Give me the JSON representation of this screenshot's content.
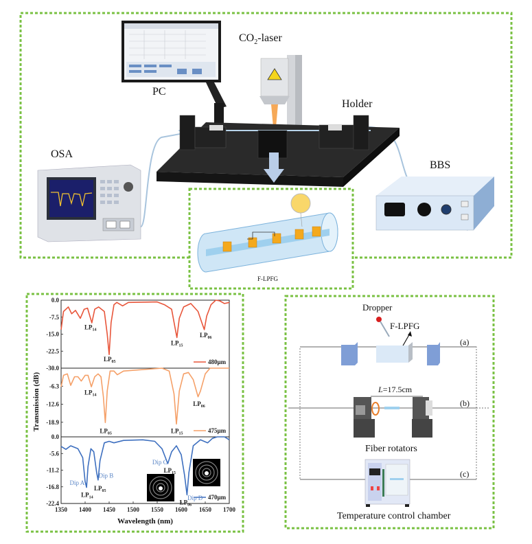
{
  "setup": {
    "labels": {
      "pc": "PC",
      "laser_pre": "CO",
      "laser_sub": "2",
      "laser_post": "-laser",
      "holder": "Holder",
      "osa": "OSA",
      "bbs": "BBS",
      "inset": "F-LPFG"
    },
    "border_color": "#7ac143"
  },
  "experiments": {
    "dropper": "Dropper",
    "flpfg": "F-LPFG",
    "a": "(a)",
    "b": "(b)",
    "c": "(c)",
    "length_italic": "L",
    "length_value": "=17.5cm",
    "rotators": "Fiber rotators",
    "chamber": "Temperature control chamber"
  },
  "chart_data": {
    "type": "line",
    "xlabel": "Wavelength (nm)",
    "ylabel": "Transmission (dB)",
    "xlim": [
      1350,
      1700
    ],
    "xticks": [
      1350,
      1400,
      1450,
      1500,
      1550,
      1600,
      1650,
      1700
    ],
    "panels": [
      {
        "name": "480μm",
        "color": "#e8553a",
        "ylim": [
          -30,
          0
        ],
        "yticks": [
          "0.0",
          "-7.5",
          "-15.0",
          "-22.5",
          "-30.0"
        ],
        "points": [
          [
            1350,
            -13
          ],
          [
            1355,
            -5
          ],
          [
            1365,
            -3
          ],
          [
            1372,
            -6
          ],
          [
            1380,
            -4.5
          ],
          [
            1390,
            -8
          ],
          [
            1398,
            -4
          ],
          [
            1405,
            -3.5
          ],
          [
            1414,
            -10
          ],
          [
            1420,
            -4
          ],
          [
            1428,
            -3
          ],
          [
            1440,
            -5
          ],
          [
            1446,
            -15
          ],
          [
            1450,
            -24
          ],
          [
            1454,
            -10
          ],
          [
            1460,
            -2
          ],
          [
            1466,
            -1
          ],
          [
            1478,
            -2.5
          ],
          [
            1490,
            -1
          ],
          [
            1550,
            -0.8
          ],
          [
            1565,
            -2
          ],
          [
            1580,
            -4
          ],
          [
            1587,
            -12
          ],
          [
            1591,
            -16.5
          ],
          [
            1596,
            -8
          ],
          [
            1605,
            -3
          ],
          [
            1620,
            -1.5
          ],
          [
            1635,
            -5
          ],
          [
            1643,
            -10
          ],
          [
            1648,
            -13
          ],
          [
            1653,
            -7
          ],
          [
            1662,
            -2
          ],
          [
            1672,
            0
          ],
          [
            1680,
            -0.3
          ],
          [
            1690,
            -1.5
          ],
          [
            1700,
            -1
          ]
        ],
        "annotations": [
          {
            "text": "LP",
            "sub": "14",
            "x": 1410,
            "y": -12
          },
          {
            "text": "LP",
            "sub": "05",
            "x": 1450,
            "y": -26
          },
          {
            "text": "LP",
            "sub": "15",
            "x": 1590,
            "y": -19
          },
          {
            "text": "LP",
            "sub": "06",
            "x": 1650,
            "y": -15.5
          }
        ]
      },
      {
        "name": "475μm",
        "color": "#f5a068",
        "ylim": [
          -24,
          0
        ],
        "yticks": [
          "-6.3",
          "-12.6",
          "-18.9"
        ],
        "points": [
          [
            1350,
            -6.5
          ],
          [
            1355,
            -2.5
          ],
          [
            1363,
            -2
          ],
          [
            1370,
            -6
          ],
          [
            1378,
            -3
          ],
          [
            1385,
            -3
          ],
          [
            1392,
            -4.5
          ],
          [
            1400,
            -2.5
          ],
          [
            1406,
            -2.5
          ],
          [
            1413,
            -6.5
          ],
          [
            1420,
            -3
          ],
          [
            1427,
            -2
          ],
          [
            1433,
            -3
          ],
          [
            1438,
            -10
          ],
          [
            1442,
            -19
          ],
          [
            1446,
            -8
          ],
          [
            1452,
            -1
          ],
          [
            1460,
            -1
          ],
          [
            1467,
            -2.3
          ],
          [
            1480,
            -1
          ],
          [
            1560,
            0
          ],
          [
            1575,
            -1
          ],
          [
            1585,
            -9
          ],
          [
            1590,
            -19.5
          ],
          [
            1596,
            -8
          ],
          [
            1605,
            -2
          ],
          [
            1615,
            -1.5
          ],
          [
            1625,
            -4
          ],
          [
            1635,
            -10
          ],
          [
            1640,
            -8
          ],
          [
            1650,
            -2
          ],
          [
            1660,
            0
          ],
          [
            1700,
            0
          ]
        ],
        "annotations": [
          {
            "text": "LP",
            "sub": "14",
            "x": 1410,
            "y": -8.5
          },
          {
            "text": "LP",
            "sub": "05",
            "x": 1442,
            "y": -22
          },
          {
            "text": "LP",
            "sub": "15",
            "x": 1590,
            "y": -22
          },
          {
            "text": "LP",
            "sub": "06",
            "x": 1636,
            "y": -12.5
          }
        ]
      },
      {
        "name": "470μm",
        "color": "#3d6fbf",
        "ylim": [
          -22.4,
          0
        ],
        "yticks": [
          "0.0",
          "-5.6",
          "-11.2",
          "-16.8",
          "-22.4"
        ],
        "points": [
          [
            1350,
            -3.2
          ],
          [
            1360,
            -4.2
          ],
          [
            1370,
            -3
          ],
          [
            1385,
            -4
          ],
          [
            1395,
            -7
          ],
          [
            1400,
            -15
          ],
          [
            1403,
            -17
          ],
          [
            1406,
            -10
          ],
          [
            1412,
            -4
          ],
          [
            1418,
            -5
          ],
          [
            1424,
            -12
          ],
          [
            1427,
            -14.5
          ],
          [
            1431,
            -8
          ],
          [
            1440,
            -2
          ],
          [
            1450,
            -1.5
          ],
          [
            1460,
            -2
          ],
          [
            1480,
            -1.2
          ],
          [
            1520,
            -1
          ],
          [
            1545,
            -1.5
          ],
          [
            1560,
            -4
          ],
          [
            1572,
            -9
          ],
          [
            1580,
            -5
          ],
          [
            1590,
            -3
          ],
          [
            1600,
            -6
          ],
          [
            1607,
            -13
          ],
          [
            1612,
            -19.5
          ],
          [
            1616,
            -12
          ],
          [
            1625,
            -3
          ],
          [
            1640,
            -1
          ],
          [
            1655,
            -2
          ],
          [
            1665,
            -0.5
          ],
          [
            1675,
            0.5
          ],
          [
            1690,
            0
          ],
          [
            1700,
            -1
          ]
        ],
        "annotations": [
          {
            "text": "LP",
            "sub": "14",
            "x": 1403,
            "y": -19.5
          },
          {
            "text": "LP",
            "sub": "05",
            "x": 1430,
            "y": -17.3
          },
          {
            "text": "LP",
            "sub": "15",
            "x": 1575,
            "y": -11.3
          },
          {
            "text": "LP",
            "sub": "06",
            "x": 1608,
            "y": -22
          }
        ],
        "dips": [
          {
            "text": "Dip A",
            "x": 1385,
            "y": -15.5
          },
          {
            "text": "Dip B",
            "x": 1445,
            "y": -13
          },
          {
            "text": "Dip C",
            "x": 1557,
            "y": -8.5
          },
          {
            "text": "Dip D",
            "x": 1630,
            "y": -20.5
          }
        ]
      }
    ]
  }
}
